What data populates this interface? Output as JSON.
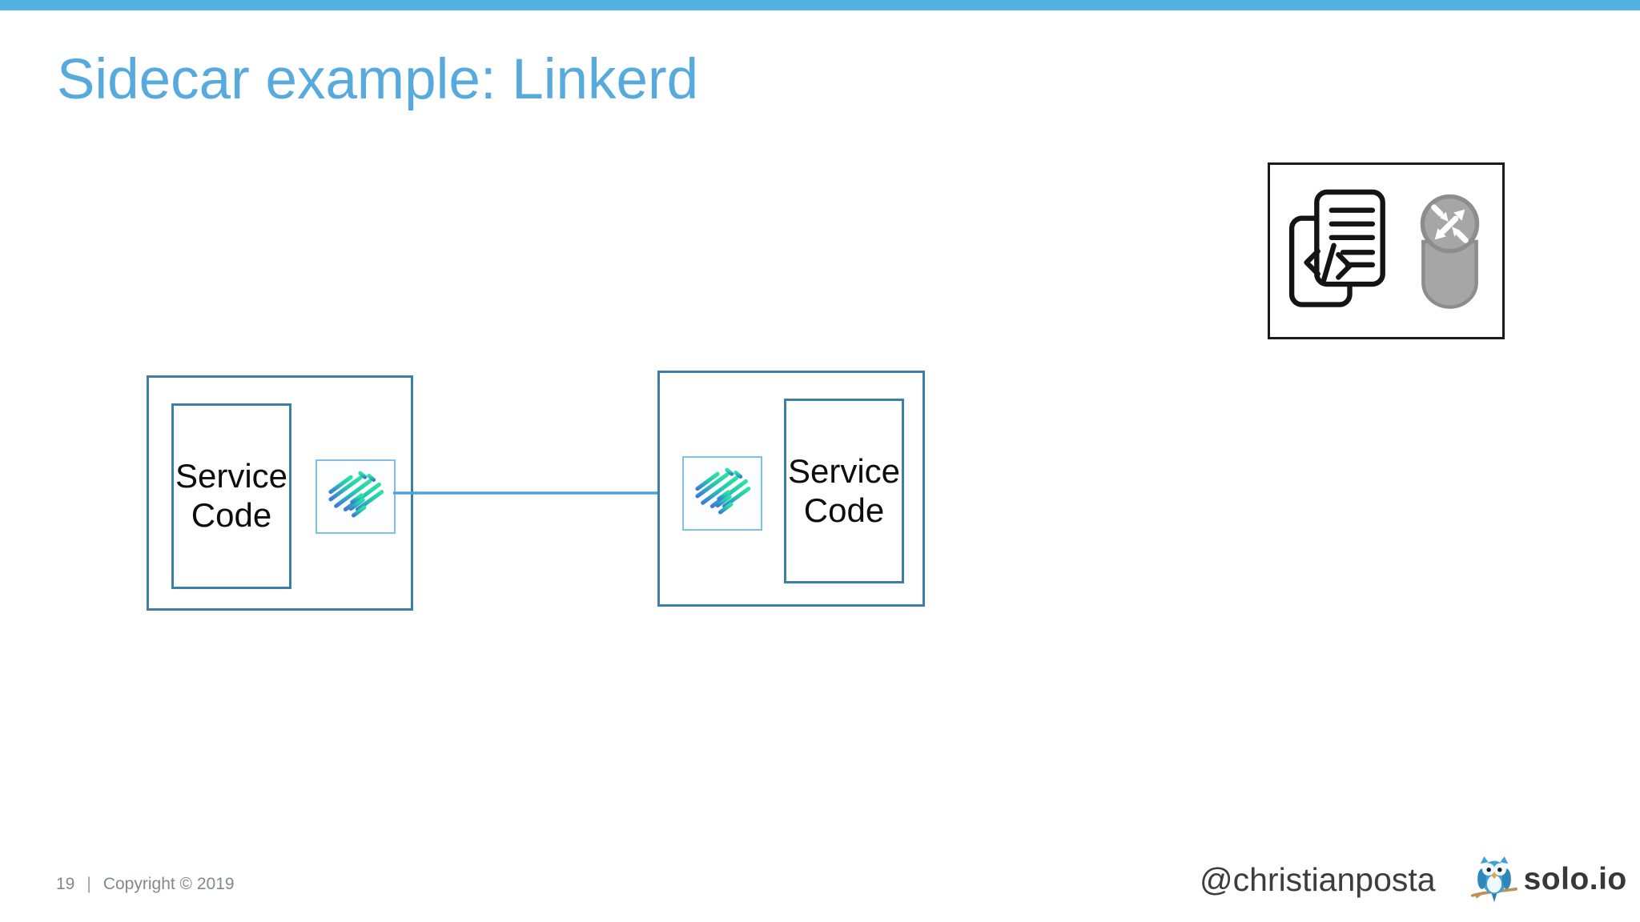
{
  "slide": {
    "title": "Sidecar example: Linkerd",
    "title_color": "#57aadd",
    "top_bar_color": "#52b2e2",
    "background_color": "#ffffff"
  },
  "legend": {
    "border_color": "#1b1b1b",
    "icons": [
      {
        "name": "code-documents",
        "description": "service code documents glyph"
      },
      {
        "name": "router-proxy",
        "description": "gray cylinder router with four arrows"
      }
    ]
  },
  "diagram": {
    "border_color": "#3e7fa8",
    "arrow_color": "#4aa4da",
    "proxy_box_border_color": "#7fc0e6",
    "linkerd_green": "#2be3a0",
    "linkerd_blue": "#3e7bd8",
    "pods": [
      {
        "service_label": "Service Code",
        "proxy_icon": "linkerd-proxy"
      },
      {
        "service_label": "Service Code",
        "proxy_icon": "linkerd-proxy"
      }
    ],
    "connection": {
      "from": "pod-1-linkerd-proxy",
      "to": "pod-2-linkerd-proxy"
    }
  },
  "footer": {
    "page_number": "19",
    "separator": "|",
    "copyright": "Copyright © 2019",
    "handle": "@christianposta",
    "brand": "solo.io"
  }
}
